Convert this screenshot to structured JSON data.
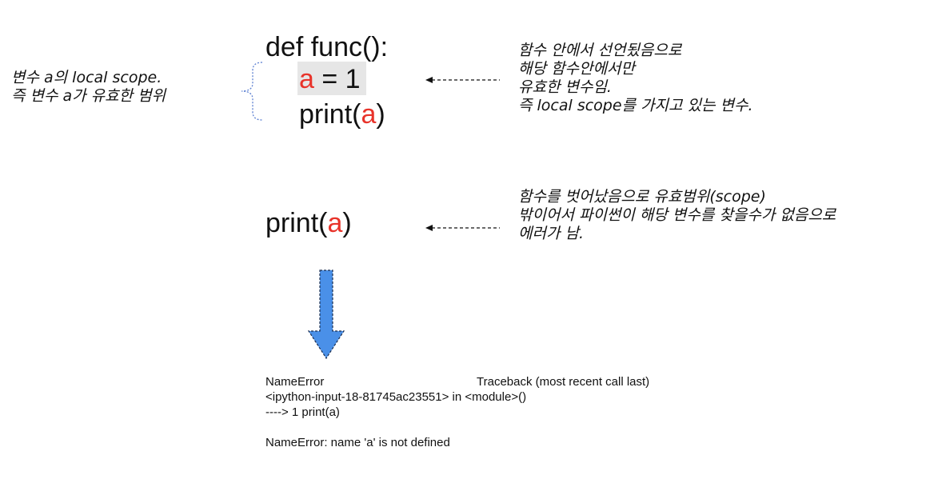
{
  "left_note": {
    "line1": "변수 a의 local scope.",
    "line2": "즉 변수 a가 유효한 범위"
  },
  "code_top": {
    "line1": "def func():",
    "assign_var": "a",
    "assign_rest": " = 1",
    "print_prefix": "print(",
    "print_var": "a",
    "print_suffix": ")"
  },
  "right_note_top": {
    "line1": "함수 안에서 선언됬음으로",
    "line2": "해당 함수안에서만",
    "line3": "유효한 변수임.",
    "line4": "즉 local scope를 가지고 있는 변수."
  },
  "code_bottom": {
    "print_prefix": "print(",
    "print_var": "a",
    "print_suffix": ")"
  },
  "right_note_bottom": {
    "line1": "함수를 벗어났음으로 유효범위(scope)",
    "line2": "밖이어서 파이썬이 해당 변수를 찾을수가 없음으로",
    "line3": "에러가 남."
  },
  "traceback": {
    "error_name": "NameError",
    "traceback_header": "Traceback (most recent call last)",
    "input_line": "<ipython-input-18-81745ac23551> in <module>()",
    "arrow_line": "----> 1 print(a)",
    "error_message": "NameError: name 'a' is not defined"
  },
  "colors": {
    "variable": "#e8332a",
    "highlight": "#e6e6e6",
    "bracket": "#5b7fd1",
    "arrow_fill": "#4a90e8"
  }
}
